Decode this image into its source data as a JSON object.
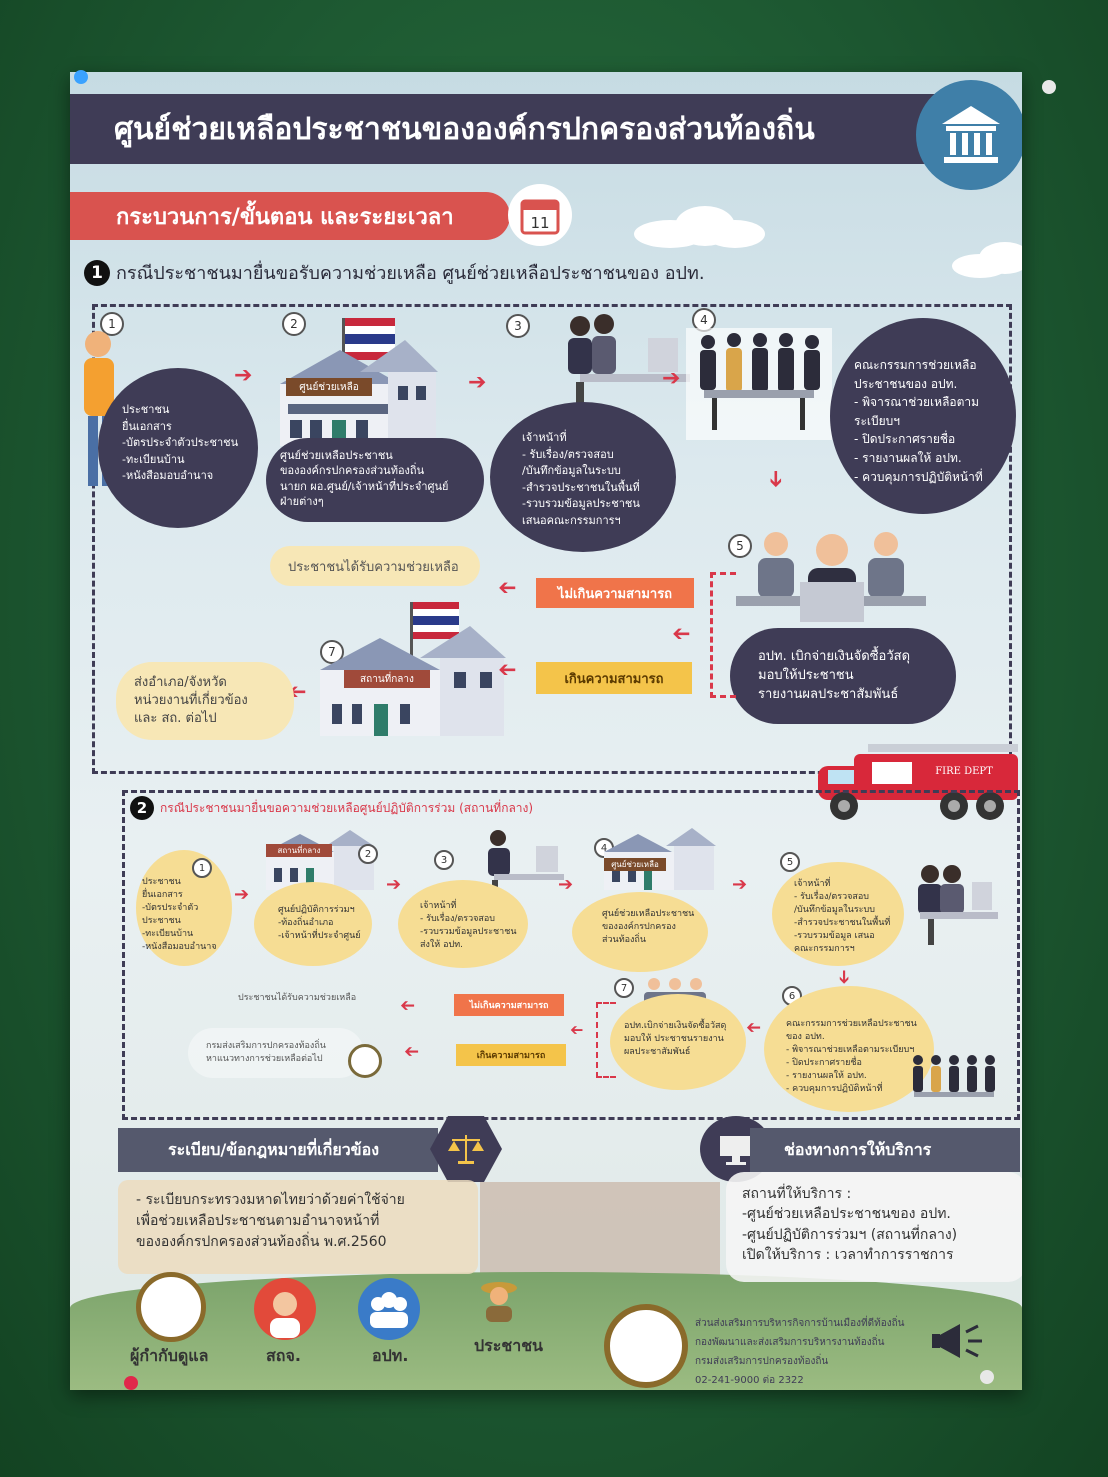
{
  "header": {
    "title": "ศูนย์ช่วยเหลือประชาชนขององค์กรปกครองส่วนท้องถิ่น"
  },
  "subheader": {
    "title": "กระบวนการ/ขั้นตอน และระยะเวลา",
    "calendar_day": "11"
  },
  "case1": {
    "number": "1",
    "title": "กรณีประชาชนมายื่นขอรับความช่วยเหลือ ศูนย์ช่วยเหลือประชาชนของ อปท.",
    "steps": [
      "1",
      "2",
      "3",
      "4",
      "5",
      "7"
    ],
    "citizen": [
      "ประชาชน",
      "ยื่นเอกสาร",
      "-บัตรประจำตัวประชาชน",
      "-ทะเบียนบ้าน",
      "-หนังสือมอบอำนาจ"
    ],
    "center_sign": "ศูนย์ช่วยเหลือ",
    "center_desc": [
      "ศูนย์ช่วยเหลือประชาชน",
      "ขององค์กรปกครองส่วนท้องถิ่น",
      "นายก ผอ.ศูนย์/เจ้าหน้าที่ประจำศูนย์",
      "ฝ่ายต่างๆ"
    ],
    "officer": [
      "เจ้าหน้าที่",
      "- รับเรื่อง/ตรวจสอบ",
      "/บันทึกข้อมูลในระบบ",
      "-สำรวจประชาชนในพื้นที่",
      "-รวบรวมข้อมูลประชาชน",
      "เสนอคณะกรรมการฯ"
    ],
    "committee": [
      "คณะกรรมการช่วยเหลือ",
      "ประชาชนของ อปท.",
      "- พิจารณาช่วยเหลือตาม",
      "ระเบียบฯ",
      "- ปิดประกาศรายชื่อ",
      "- รายงานผลให้ อปท.",
      "- ควบคุมการปฏิบัติหน้าที่"
    ],
    "received": "ประชาชนได้รับความช่วยเหลือ",
    "within": "ไม่เกินความสามารถ",
    "beyond": "เกินความสามารถ",
    "disburse": [
      "อปท. เบิกจ่ายเงินจัดซื้อวัสดุ",
      "มอบให้ประชาชน",
      "รายงานผลประชาสัมพันธ์"
    ],
    "central_sign": "สถานที่กลาง",
    "forward": [
      "ส่งอำเภอ/จังหวัด",
      "หน่วยงานที่เกี่ยวข้อง",
      "และ สถ. ต่อไป"
    ],
    "truck_label": "FIRE DEPT"
  },
  "case2": {
    "number": "2",
    "title": "กรณีประชาชนมายื่นขอความช่วยเหลือศูนย์ปฏิบัติการร่วม (สถานที่กลาง)",
    "steps": [
      "1",
      "2",
      "3",
      "4",
      "5",
      "6",
      "7"
    ],
    "b1": [
      "ประชาชน",
      "ยื่นเอกสาร",
      "-บัตรประจำตัว",
      "ประชาชน",
      "-ทะเบียนบ้าน",
      "-หนังสือมอบอำนาจ"
    ],
    "b2_sign": "สถานที่กลาง",
    "b2": [
      "ศูนย์ปฏิบัติการร่วมฯ",
      "-ท้องถิ่นอำเภอ",
      "-เจ้าหน้าที่ประจำศูนย์"
    ],
    "b3": [
      "เจ้าหน้าที่",
      "- รับเรื่อง/ตรวจสอบ",
      "-รวบรวมข้อมูลประชาชน",
      "ส่งให้ อปท."
    ],
    "b4_sign": "ศูนย์ช่วยเหลือ",
    "b4": [
      "ศูนย์ช่วยเหลือประชาชน",
      "ขององค์กรปกครอง",
      "ส่วนท้องถิ่น"
    ],
    "b5": [
      "เจ้าหน้าที่",
      "- รับเรื่อง/ตรวจสอบ",
      "/บันทึกข้อมูลในระบบ",
      "-สำรวจประชาชนในพื้นที่",
      "-รวบรวมข้อมูล เสนอ",
      "คณะกรรมการฯ"
    ],
    "b6": [
      "คณะกรรมการช่วยเหลือประชาชน",
      "ของ อปท.",
      "- พิจารณาช่วยเหลือตามระเบียบฯ",
      "- ปิดประกาศรายชื่อ",
      "- รายงานผลให้ อปท.",
      "- ควบคุมการปฏิบัติหน้าที่"
    ],
    "b7": [
      "อปท.เบิกจ่ายเงินจัดซื้อวัสดุ",
      "มอบให้ ประชาชนรายงาน",
      "ผลประชาสัมพันธ์"
    ],
    "received": "ประชาชนได้รับความช่วยเหลือ",
    "within": "ไม่เกินความสามารถ",
    "beyond": "เกินความสามารถ",
    "forward": [
      "กรมส่งเสริมการปกครองท้องถิ่น",
      "หาแนวทางการช่วยเหลือต่อไป"
    ]
  },
  "regulations": {
    "title": "ระเบียบ/ข้อกฎหมายที่เกี่ยวข้อง",
    "lines": [
      "- ระเบียบกระทรวงมหาดไทยว่าด้วยค่าใช้จ่าย",
      "เพื่อช่วยเหลือประชาชนตามอำนาจหน้าที่",
      "ขององค์กรปกครองส่วนท้องถิ่น พ.ศ.2560"
    ]
  },
  "service": {
    "title": "ช่องทางการให้บริการ",
    "lines": [
      "สถานที่ให้บริการ :",
      "-ศูนย์ช่วยเหลือประชาชนของ อปท.",
      "-ศูนย์ปฏิบัติการร่วมฯ (สถานที่กลาง)",
      "เปิดให้บริการ : เวลาทำการราชการ"
    ]
  },
  "footer": {
    "roles": [
      "ผู้กำกับดูแล",
      "สถจ.",
      "อปท.",
      "ประชาชน"
    ],
    "info": [
      "ส่วนส่งเสริมการบริหารกิจการบ้านเมืองที่ดีท้องถิ่น",
      "กองพัฒนาและส่งเสริมการบริหารงานท้องถิ่น",
      "กรมส่งเสริมการปกครองท้องถิ่น",
      "02-241-9000 ต่อ 2322"
    ]
  },
  "colors": {
    "dark": "#3f3c56",
    "red": "#d9534f",
    "yellow": "#f6dd94",
    "board": "#1d5a32"
  }
}
